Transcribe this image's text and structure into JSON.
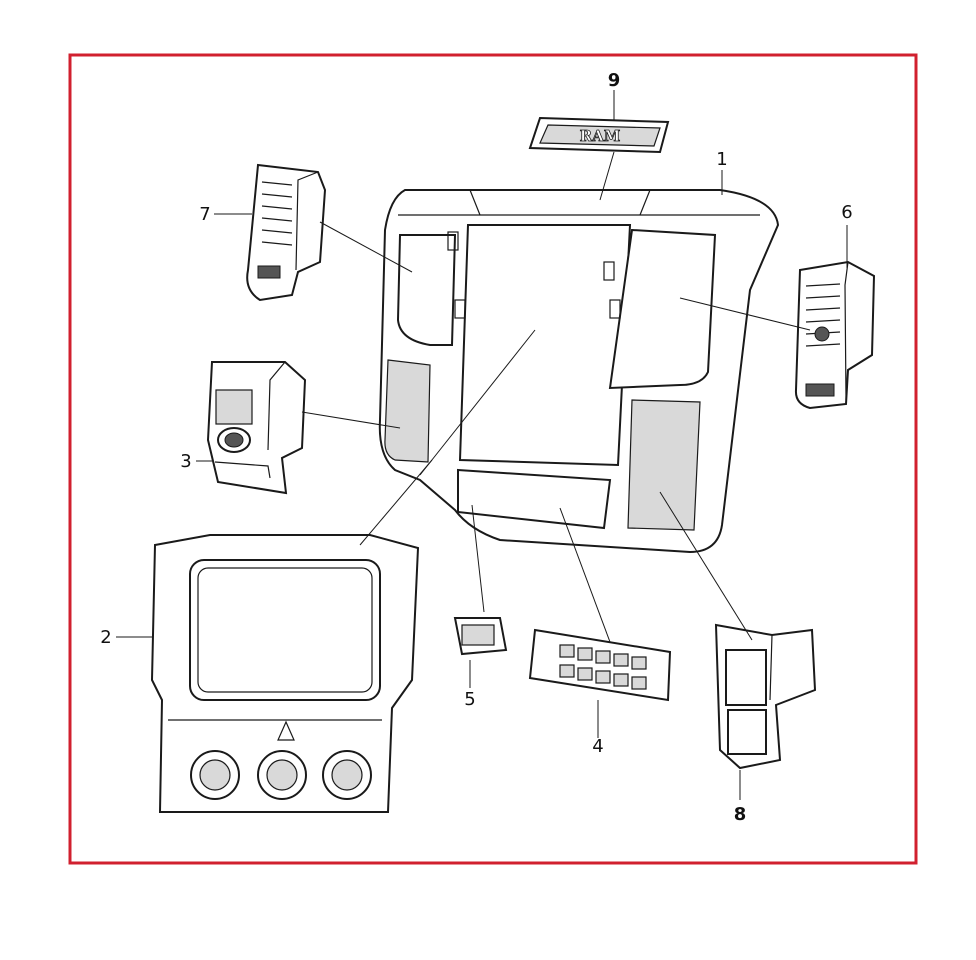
{
  "frame_color": "#d1202f",
  "logo_text": "RAM",
  "callouts": [
    {
      "id": "c1",
      "label": "1"
    },
    {
      "id": "c2",
      "label": "2"
    },
    {
      "id": "c3",
      "label": "3"
    },
    {
      "id": "c4",
      "label": "4"
    },
    {
      "id": "c5",
      "label": "5"
    },
    {
      "id": "c6",
      "label": "6"
    },
    {
      "id": "c7",
      "label": "7"
    },
    {
      "id": "c8",
      "label": "8"
    },
    {
      "id": "c9",
      "label": "9"
    }
  ]
}
